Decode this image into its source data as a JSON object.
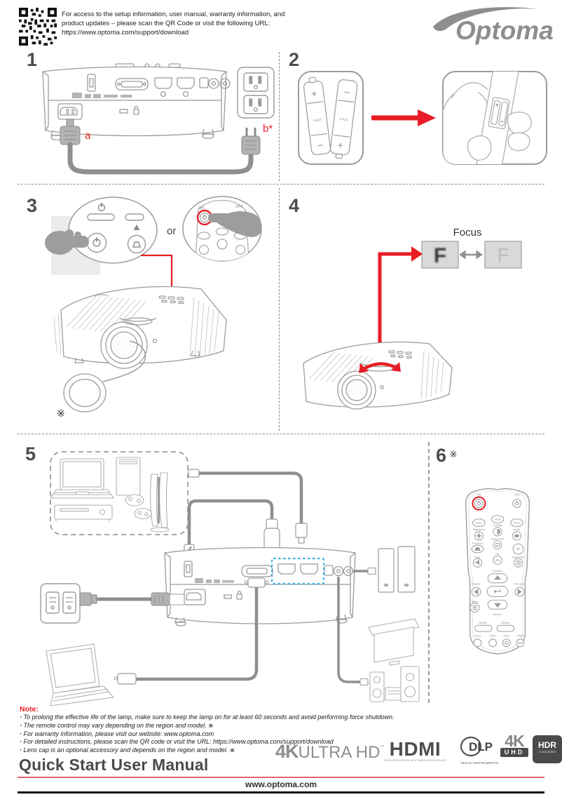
{
  "misc": {
    "ref_mark": "※"
  },
  "header": {
    "text": "For access to the setup information, user manual, warranty information, and product updates – please scan the QR Code or visit the following URL:",
    "url": "https://www.optoma.com/support/download",
    "brand": "Optoma"
  },
  "steps": {
    "s1": {
      "num": "1",
      "label_a": "a",
      "label_b": "b*"
    },
    "s2": {
      "num": "2",
      "plus": "+",
      "minus": "−",
      "battery": "AAA"
    },
    "s3": {
      "num": "3",
      "or": "or",
      "on": "ON",
      "off": "OFF"
    },
    "s4": {
      "num": "4",
      "focus": "Focus",
      "f": "F"
    },
    "s5": {
      "num": "5"
    },
    "s6": {
      "num": "6"
    }
  },
  "remote": {
    "on": "ON",
    "off": "OFF",
    "labels": [
      "User1",
      "User2",
      "User3",
      "Brightness",
      "Contrast",
      "Mode",
      "Keystone",
      "Aspect ratio",
      "3D",
      "Mute",
      "DB",
      "Sleep Timer",
      "Volume+",
      "Source",
      "Re-sync",
      "Menu",
      "Volume-",
      "HDMI1",
      "HDMI2",
      "VGA1",
      "VGA2",
      "Video",
      "YPbPr"
    ]
  },
  "note": {
    "heading": "Note:",
    "items": [
      "To prolong the effective life of the lamp, make sure to keep the lamp on for at least 60 seconds and avoid performing force shutdown.",
      "The remote control may vary depending on the region and model. ※",
      "For warranty information, please visit our website: www.optoma.com",
      "For detailed instructions, please scan the QR code or visit the URL: https://www.optoma.com/support/download",
      "Lens cap is an optional accessory and depends on the region and model. ※"
    ]
  },
  "logos": {
    "ultra_hd_prefix": "4K",
    "ultra_hd": "ULTRA HD",
    "hdmi": "HDMI",
    "hdmi_sub": "HIGH-DEFINITION MULTIMEDIA INTERFACE",
    "dlp": "DLP",
    "dlp_sub": "TEXAS INSTRUMENTS",
    "uhd_top": "4K",
    "uhd_bottom": "UHD",
    "hdr": "HDR",
    "hdr_sub": "Compatible"
  },
  "footer": {
    "title": "Quick Start User Manual",
    "website": "www.optoma.com"
  },
  "colors": {
    "accent_red": "#e81c24",
    "blue_dash": "#3cb4e6",
    "line_gray": "#9b9b9b"
  }
}
